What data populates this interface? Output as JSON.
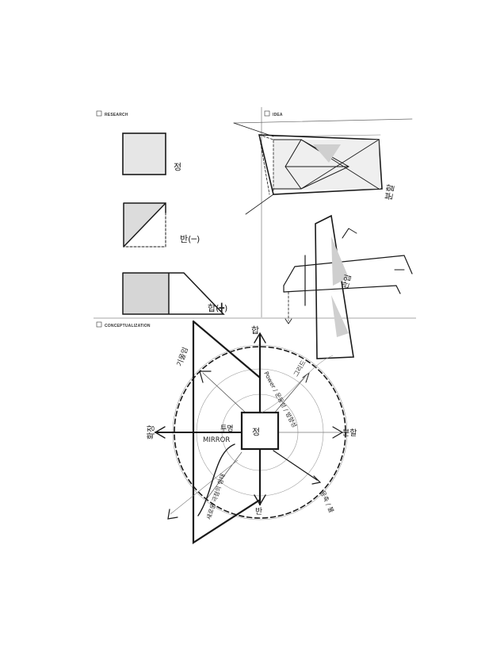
{
  "sections": {
    "research": "RESEARCH",
    "idea": "IDEA",
    "conceptualization": "CONCEPTUALIZATION"
  },
  "research": {
    "label_1": "정",
    "label_2": "반(─)",
    "label_3": "합(╋)"
  },
  "idea": {
    "label_split": "분할",
    "label_through": "관입"
  },
  "concept": {
    "top": "합",
    "bottom": "반",
    "left": "확장",
    "right": "분할",
    "center": "정",
    "power": "Power / 운동성 / 방향성",
    "power_side": "그리드",
    "upper_left": "기울임",
    "mirror_ko": "투명",
    "mirror_en": "MIRROR",
    "lower_diag": "응축 / 불",
    "curve": "새로운 극점의 형태"
  },
  "colors": {
    "ink": "#1a1a1a",
    "shade": "#d8d8d8",
    "light": "#9a9a9a"
  }
}
